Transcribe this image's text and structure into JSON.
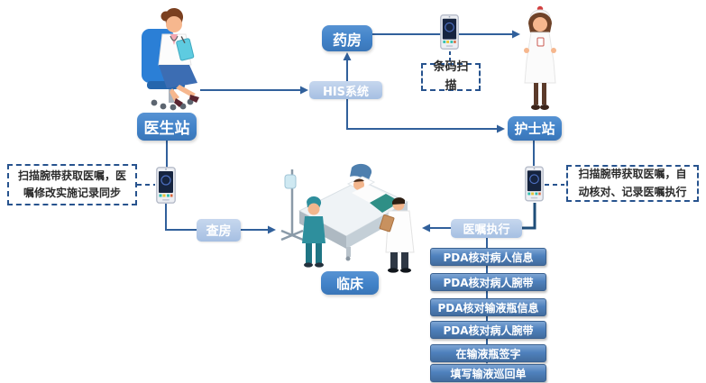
{
  "nodes": {
    "doctor_station": "医生站",
    "pharmacy": "药房",
    "his_system": "HIS系统",
    "nurse_station": "护士站",
    "ward_round": "查房",
    "clinical": "临床",
    "order_execution": "医嘱执行",
    "barcode_scan": "条码扫描"
  },
  "notes": {
    "doctor_pda": "扫描腕带获取医嘱，医嘱修改实施记录同步",
    "nurse_pda": "扫描腕带获取医嘱，自动核对、记录医嘱执行"
  },
  "steps": [
    "PDA核对病人信息",
    "PDA核对病人腕带",
    "PDA核对输液瓶信息",
    "PDA核对病人腕带",
    "在输液瓶签字",
    "填写输液巡回单"
  ],
  "icons": {
    "pda": "pda-device-icon",
    "doctor": "doctor-illustration",
    "nurse": "nurse-illustration",
    "bed": "hospital-bed-illustration"
  },
  "colors": {
    "node_blue": "#4182C8",
    "node_light_blue": "#B3C9E7",
    "step_blue": "#4F81BD",
    "line": "#31609B",
    "thick_line": "#1F4E79",
    "dash_border": "#27538E"
  }
}
